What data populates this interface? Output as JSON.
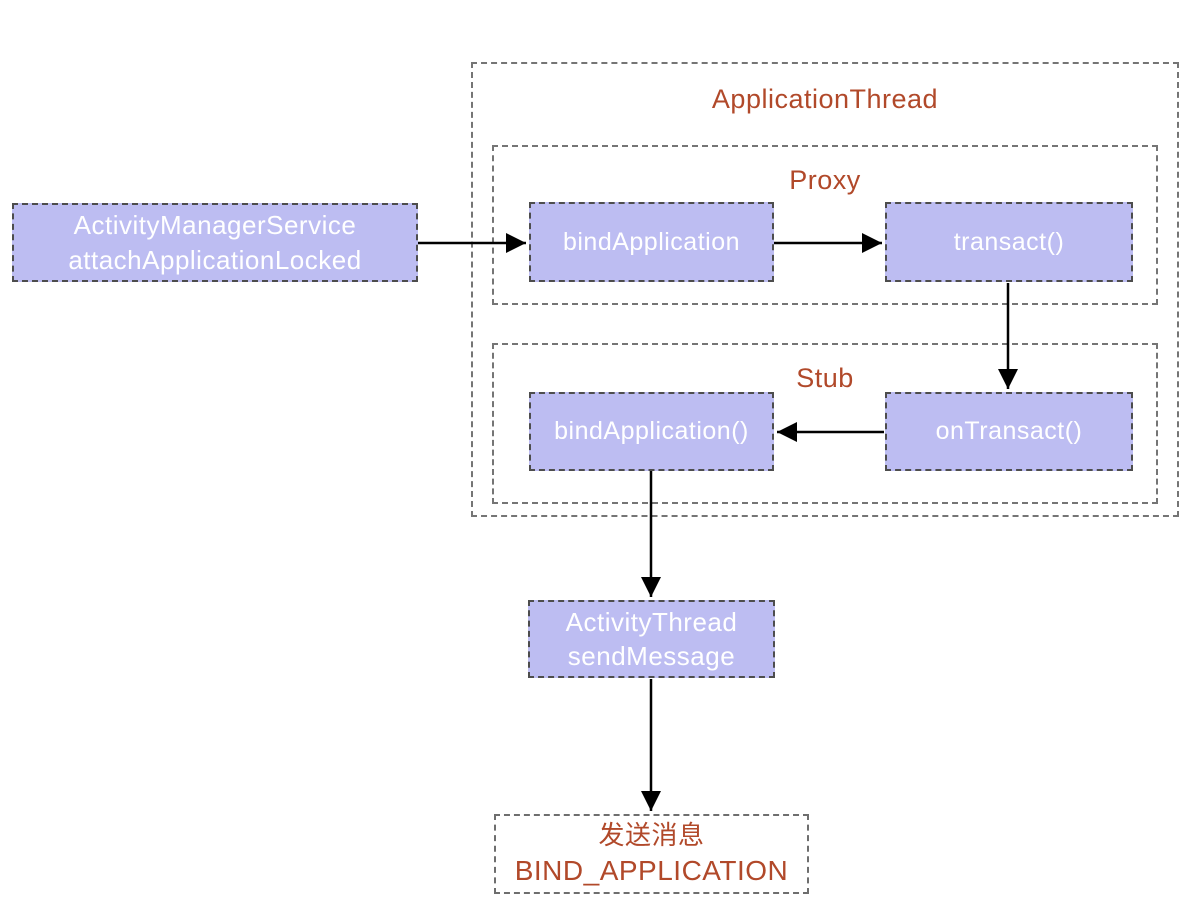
{
  "colors": {
    "node_fill": "#bdbdf2",
    "node_text": "#ffffff",
    "node_border": "#4d4d4d",
    "container_border": "#757575",
    "label_color": "#b1492a",
    "arrow_color": "#000000",
    "page_bg": "#ffffff"
  },
  "containers": {
    "application_thread": {
      "title": "ApplicationThread"
    },
    "proxy": {
      "title": "Proxy"
    },
    "stub": {
      "title": "Stub"
    }
  },
  "nodes": {
    "ams": {
      "line1": "ActivityManagerService",
      "line2": "attachApplicationLocked"
    },
    "bind_application_proxy": {
      "label": "bindApplication"
    },
    "transact": {
      "label": "transact()"
    },
    "bind_application_stub": {
      "label": "bindApplication()"
    },
    "on_transact": {
      "label": "onTransact()"
    },
    "activity_thread": {
      "line1": "ActivityThread",
      "line2": "sendMessage"
    },
    "send_message": {
      "line1": "发送消息",
      "line2": "BIND_APPLICATION"
    }
  }
}
